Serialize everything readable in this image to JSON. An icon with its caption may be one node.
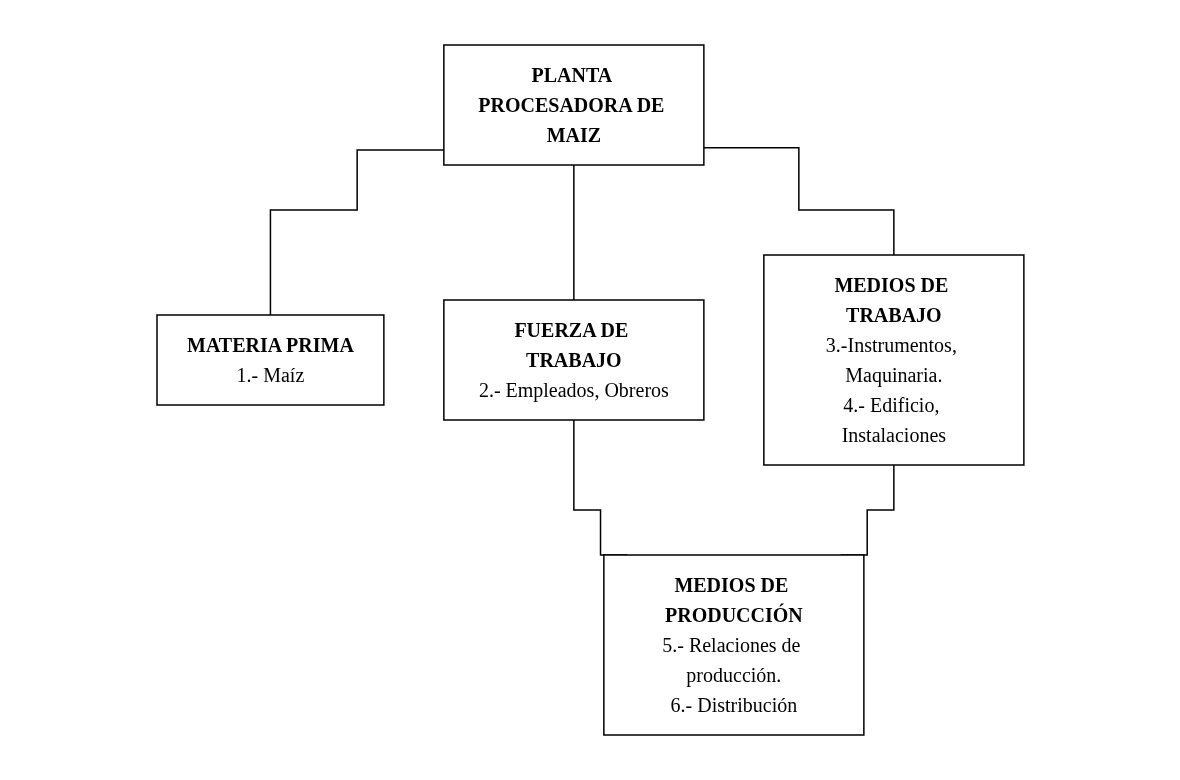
{
  "diagram": {
    "nodes": [
      {
        "text": [
          "PLANTA PROCESADORA DE MAIZ"
        ]
      },
      {
        "text": [
          "MATERIA PRIMA",
          "1.- Maíz"
        ]
      },
      {
        "text": [
          "FUERZA DE TRABAJO",
          "2.- Empleados, Obreros"
        ]
      },
      {
        "text": [
          "MEDIOS DE TRABAJO",
          "3.-Instrumentos, Maquinaria.",
          "4.- Edificio, Instalaciones"
        ]
      },
      {
        "text": [
          "MEDIOS DE PRODUCCIÓN",
          "5.- Relaciones de producción.",
          "6.- Distribución"
        ]
      }
    ],
    "edges": [
      {
        "from": 0,
        "to": 1,
        "arrow": "none"
      },
      {
        "from": 0,
        "to": 2,
        "arrow": "none"
      },
      {
        "from": 0,
        "to": 3,
        "arrow": "none"
      },
      {
        "from": 2,
        "to": 4,
        "arrow": "none"
      },
      {
        "from": 3,
        "to": 4,
        "arrow": "none"
      }
    ]
  }
}
